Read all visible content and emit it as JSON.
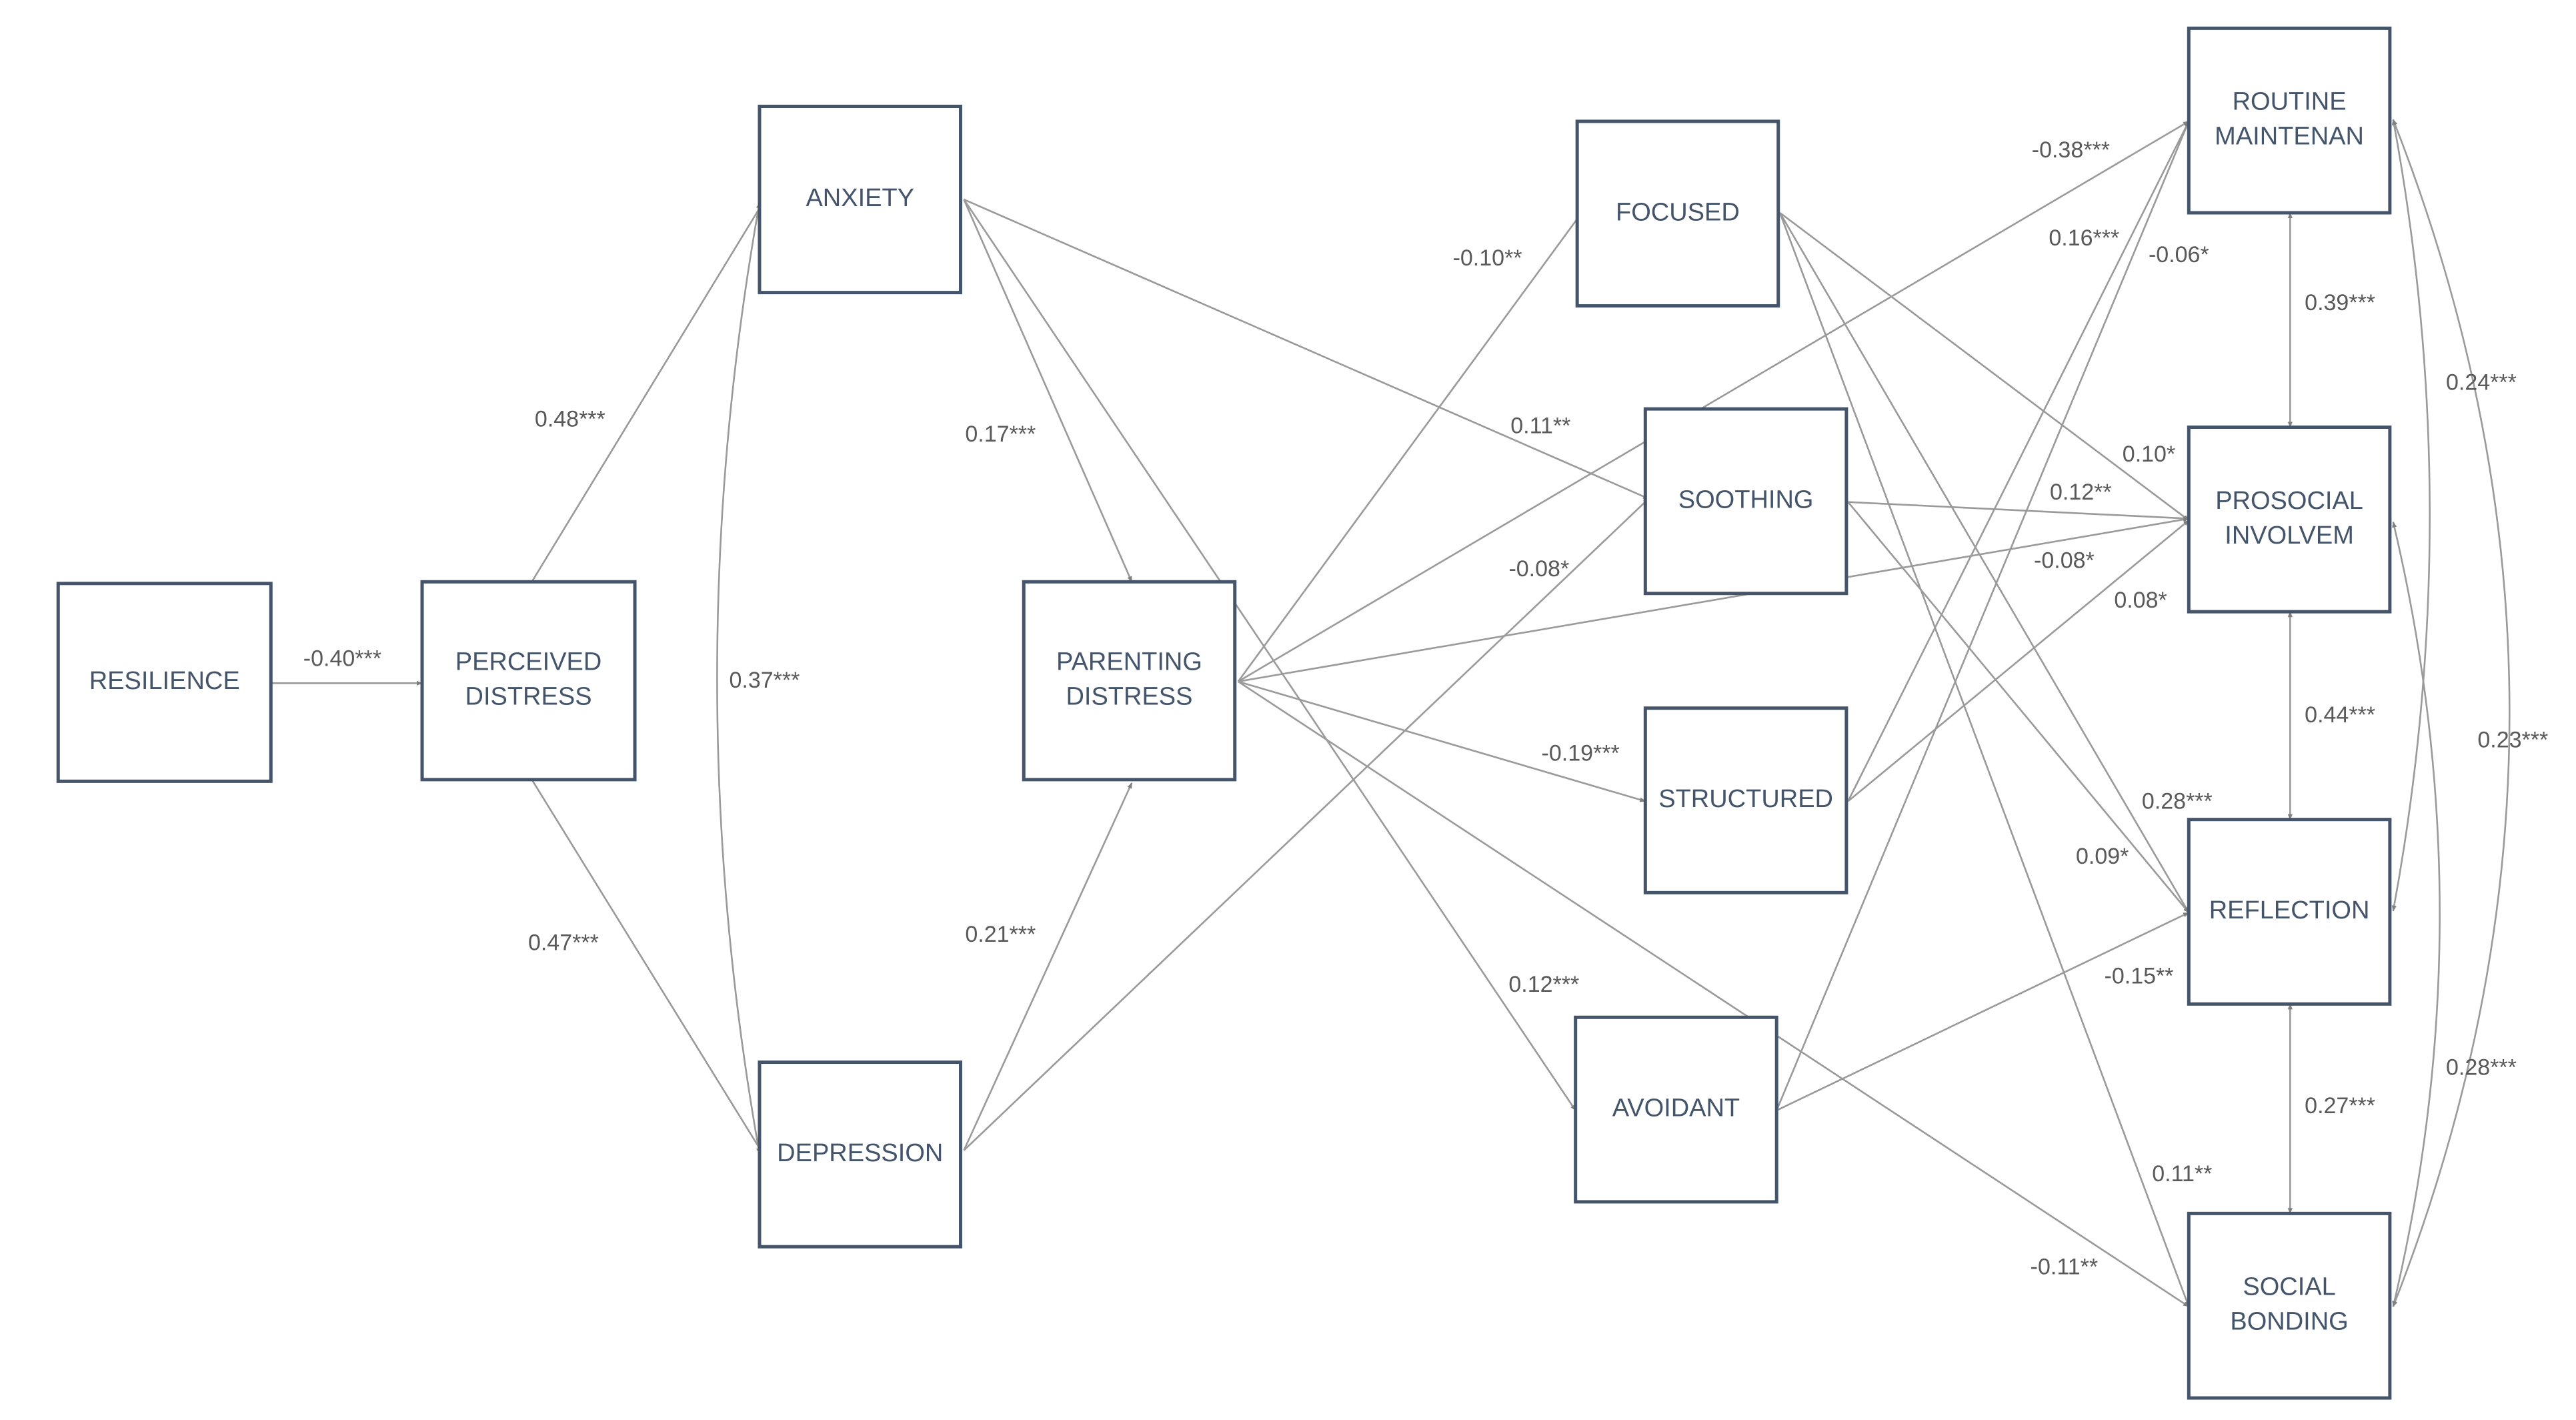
{
  "nodes": [
    {
      "id": "resilience",
      "lines": [
        "RESILIENCE"
      ]
    },
    {
      "id": "perceived_distress",
      "lines": [
        "PERCEIVED",
        "DISTRESS"
      ]
    },
    {
      "id": "anxiety",
      "lines": [
        "ANXIETY"
      ]
    },
    {
      "id": "depression",
      "lines": [
        "DEPRESSION"
      ]
    },
    {
      "id": "parenting_distress",
      "lines": [
        "PARENTING",
        "DISTRESS"
      ]
    },
    {
      "id": "focused",
      "lines": [
        "FOCUSED"
      ]
    },
    {
      "id": "soothing",
      "lines": [
        "SOOTHING"
      ]
    },
    {
      "id": "structured",
      "lines": [
        "STRUCTURED"
      ]
    },
    {
      "id": "avoidant",
      "lines": [
        "AVOIDANT"
      ]
    },
    {
      "id": "routine",
      "lines": [
        "ROUTINE",
        "MAINTENAN"
      ]
    },
    {
      "id": "prosocial",
      "lines": [
        "PROSOCIAL",
        "INVOLVEM"
      ]
    },
    {
      "id": "reflection",
      "lines": [
        "REFLECTION"
      ]
    },
    {
      "id": "social",
      "lines": [
        "SOCIAL",
        "BONDING"
      ]
    }
  ],
  "edges": [
    {
      "id": "e1",
      "from": "resilience",
      "to": "perceived_distress",
      "label": "-0.40***"
    },
    {
      "id": "e2",
      "from": "perceived_distress",
      "to": "anxiety",
      "label": "0.48***"
    },
    {
      "id": "e3",
      "from": "perceived_distress",
      "to": "depression",
      "label": "0.47***"
    },
    {
      "id": "e4",
      "from": "anxiety",
      "to": "depression",
      "label": "0.37***",
      "type": "covariance"
    },
    {
      "id": "e5",
      "from": "anxiety",
      "to": "parenting_distress",
      "label": "0.17***"
    },
    {
      "id": "e6",
      "from": "depression",
      "to": "parenting_distress",
      "label": "0.21***"
    },
    {
      "id": "e7",
      "from": "anxiety",
      "to": "soothing",
      "label": "0.11**"
    },
    {
      "id": "e8",
      "from": "anxiety",
      "to": "avoidant",
      "label": "0.12***"
    },
    {
      "id": "e9",
      "from": "depression",
      "to": "soothing",
      "label": "-0.08*"
    },
    {
      "id": "e10",
      "from": "parenting_distress",
      "to": "focused",
      "label": "-0.10**"
    },
    {
      "id": "e11",
      "from": "parenting_distress",
      "to": "structured",
      "label": "-0.19***"
    },
    {
      "id": "e12",
      "from": "parenting_distress",
      "to": "routine",
      "label": "-0.38***"
    },
    {
      "id": "e13",
      "from": "parenting_distress",
      "to": "prosocial",
      "label": "-0.08*"
    },
    {
      "id": "e14",
      "from": "parenting_distress",
      "to": "social",
      "label": "-0.11**"
    },
    {
      "id": "e15",
      "from": "focused",
      "to": "prosocial",
      "label": "0.10*"
    },
    {
      "id": "e16",
      "from": "focused",
      "to": "reflection",
      "label": "0.28***"
    },
    {
      "id": "e17",
      "from": "focused",
      "to": "social",
      "label": "0.11**"
    },
    {
      "id": "e18",
      "from": "soothing",
      "to": "prosocial",
      "label": "0.12**"
    },
    {
      "id": "e19",
      "from": "soothing",
      "to": "reflection",
      "label": "0.09*"
    },
    {
      "id": "e20",
      "from": "structured",
      "to": "routine",
      "label": "0.16***"
    },
    {
      "id": "e21",
      "from": "structured",
      "to": "prosocial",
      "label": "0.08*"
    },
    {
      "id": "e22",
      "from": "avoidant",
      "to": "routine",
      "label": "-0.06*"
    },
    {
      "id": "e23",
      "from": "avoidant",
      "to": "reflection",
      "label": "-0.15**"
    },
    {
      "id": "e24",
      "from": "routine",
      "to": "prosocial",
      "label": "0.39***",
      "type": "covariance"
    },
    {
      "id": "e25",
      "from": "prosocial",
      "to": "reflection",
      "label": "0.44***",
      "type": "covariance"
    },
    {
      "id": "e26",
      "from": "reflection",
      "to": "social",
      "label": "0.27***",
      "type": "covariance"
    },
    {
      "id": "e27",
      "from": "routine",
      "to": "reflection",
      "label": "0.24***",
      "type": "covariance"
    },
    {
      "id": "e28",
      "from": "routine",
      "to": "social",
      "label": "0.23***",
      "type": "covariance"
    },
    {
      "id": "e29",
      "from": "prosocial",
      "to": "social",
      "label": "0.28***",
      "type": "covariance"
    }
  ]
}
